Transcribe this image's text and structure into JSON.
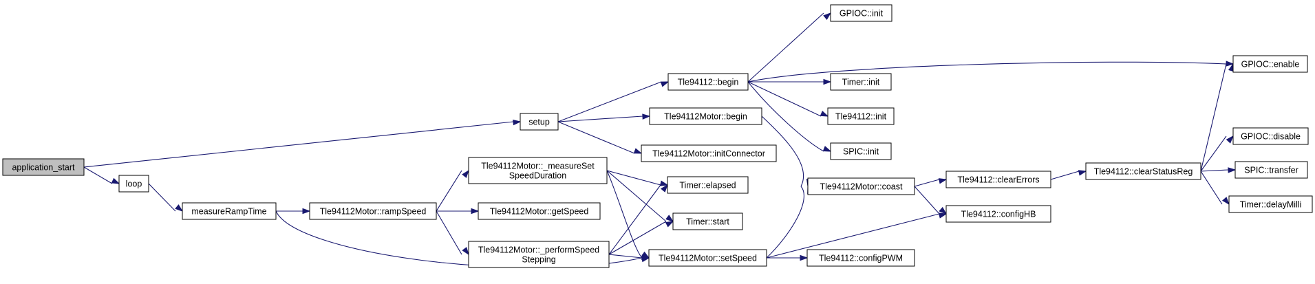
{
  "colors": {
    "edge": "#191970",
    "node_border": "#000000",
    "root_fill": "#bfbfbf",
    "node_fill": "#ffffff"
  },
  "nodes": {
    "application_start": {
      "lines": [
        "application_start"
      ],
      "root": true
    },
    "setup": {
      "lines": [
        "setup"
      ]
    },
    "loop": {
      "lines": [
        "loop"
      ]
    },
    "measureRampTime": {
      "lines": [
        "measureRampTime"
      ]
    },
    "motor_rampSpeed": {
      "lines": [
        "Tle94112Motor::rampSpeed"
      ]
    },
    "motor_measureSetSpeedDuration": {
      "lines": [
        "Tle94112Motor::_measureSet",
        "SpeedDuration"
      ]
    },
    "motor_getSpeed": {
      "lines": [
        "Tle94112Motor::getSpeed"
      ]
    },
    "motor_performSpeedStepping": {
      "lines": [
        "Tle94112Motor::_performSpeed",
        "Stepping"
      ]
    },
    "tle_begin": {
      "lines": [
        "Tle94112::begin"
      ]
    },
    "motor_begin": {
      "lines": [
        "Tle94112Motor::begin"
      ]
    },
    "motor_initConnector": {
      "lines": [
        "Tle94112Motor::initConnector"
      ]
    },
    "timer_elapsed": {
      "lines": [
        "Timer::elapsed"
      ]
    },
    "timer_start": {
      "lines": [
        "Timer::start"
      ]
    },
    "motor_setSpeed": {
      "lines": [
        "Tle94112Motor::setSpeed"
      ]
    },
    "gpioc_init": {
      "lines": [
        "GPIOC::init"
      ]
    },
    "timer_init": {
      "lines": [
        "Timer::init"
      ]
    },
    "tle_init": {
      "lines": [
        "Tle94112::init"
      ]
    },
    "spic_init": {
      "lines": [
        "SPIC::init"
      ]
    },
    "motor_coast": {
      "lines": [
        "Tle94112Motor::coast"
      ]
    },
    "tle_configPWM": {
      "lines": [
        "Tle94112::configPWM"
      ]
    },
    "tle_clearErrors": {
      "lines": [
        "Tle94112::clearErrors"
      ]
    },
    "tle_configHB": {
      "lines": [
        "Tle94112::configHB"
      ]
    },
    "tle_clearStatusReg": {
      "lines": [
        "Tle94112::clearStatusReg"
      ]
    },
    "gpioc_enable": {
      "lines": [
        "GPIOC::enable"
      ]
    },
    "gpioc_disable": {
      "lines": [
        "GPIOC::disable"
      ]
    },
    "spic_transfer": {
      "lines": [
        "SPIC::transfer"
      ]
    },
    "timer_delayMilli": {
      "lines": [
        "Timer::delayMilli"
      ]
    }
  },
  "edges": [
    [
      "application_start",
      "setup"
    ],
    [
      "application_start",
      "loop"
    ],
    [
      "loop",
      "measureRampTime"
    ],
    [
      "measureRampTime",
      "motor_rampSpeed"
    ],
    [
      "measureRampTime",
      "motor_setSpeed"
    ],
    [
      "motor_rampSpeed",
      "motor_measureSetSpeedDuration"
    ],
    [
      "motor_rampSpeed",
      "motor_getSpeed"
    ],
    [
      "motor_rampSpeed",
      "motor_performSpeedStepping"
    ],
    [
      "motor_measureSetSpeedDuration",
      "timer_elapsed"
    ],
    [
      "motor_measureSetSpeedDuration",
      "timer_start"
    ],
    [
      "motor_measureSetSpeedDuration",
      "motor_setSpeed"
    ],
    [
      "motor_performSpeedStepping",
      "timer_elapsed"
    ],
    [
      "motor_performSpeedStepping",
      "timer_start"
    ],
    [
      "motor_performSpeedStepping",
      "motor_setSpeed"
    ],
    [
      "setup",
      "tle_begin"
    ],
    [
      "setup",
      "motor_begin"
    ],
    [
      "setup",
      "motor_initConnector"
    ],
    [
      "tle_begin",
      "gpioc_init"
    ],
    [
      "tle_begin",
      "gpioc_enable"
    ],
    [
      "tle_begin",
      "timer_init"
    ],
    [
      "tle_begin",
      "tle_init"
    ],
    [
      "tle_begin",
      "spic_init"
    ],
    [
      "motor_begin",
      "motor_coast"
    ],
    [
      "motor_setSpeed",
      "motor_coast"
    ],
    [
      "motor_setSpeed",
      "tle_configHB"
    ],
    [
      "motor_setSpeed",
      "tle_configPWM"
    ],
    [
      "motor_coast",
      "tle_clearErrors"
    ],
    [
      "motor_coast",
      "tle_configHB"
    ],
    [
      "tle_clearErrors",
      "tle_clearStatusReg"
    ],
    [
      "tle_clearStatusReg",
      "gpioc_enable"
    ],
    [
      "tle_clearStatusReg",
      "gpioc_disable"
    ],
    [
      "tle_clearStatusReg",
      "spic_transfer"
    ],
    [
      "tle_clearStatusReg",
      "timer_delayMilli"
    ]
  ]
}
